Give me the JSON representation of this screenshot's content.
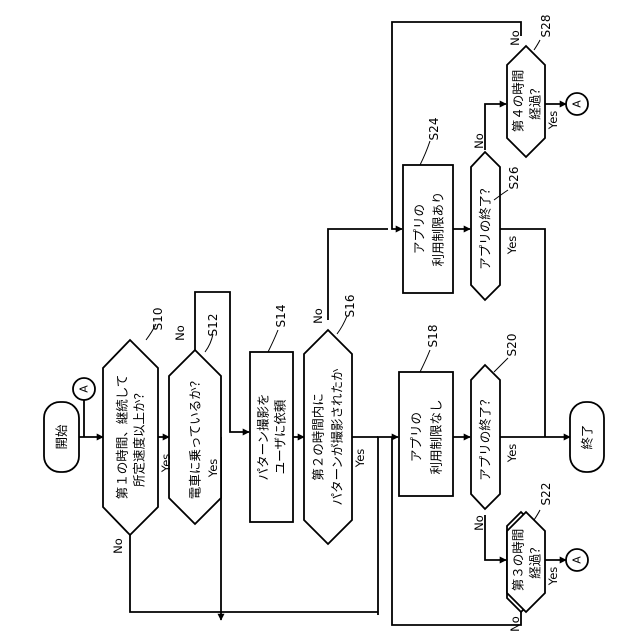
{
  "flow": {
    "start": "開始",
    "end": "終了",
    "connector": "A",
    "yes": "Yes",
    "no": "No",
    "s10": {
      "label": "S10",
      "line1": "第１の時間、継続して",
      "line2": "所定速度以上か？"
    },
    "s12": {
      "label": "S12",
      "line1": "電車に乗っているか？"
    },
    "s14": {
      "label": "S14",
      "line1": "パターン撮影を",
      "line2": "ユーザに依頼"
    },
    "s16": {
      "label": "S16",
      "line1": "第２の時間内に",
      "line2": "パターンが撮影されたか"
    },
    "s18": {
      "label": "S18",
      "line1": "アプリの",
      "line2": "利用制限なし"
    },
    "s20": {
      "label": "S20",
      "line1": "アプリの終了？"
    },
    "s22": {
      "label": "S22",
      "line1": "第３の時間",
      "line2": "経過？"
    },
    "s24": {
      "label": "S24",
      "line1": "アプリの",
      "line2": "利用制限あり"
    },
    "s26": {
      "label": "S26",
      "line1": "アプリの終了？"
    },
    "s28": {
      "label": "S28",
      "line1": "第４の時間",
      "line2": "経過？"
    }
  }
}
